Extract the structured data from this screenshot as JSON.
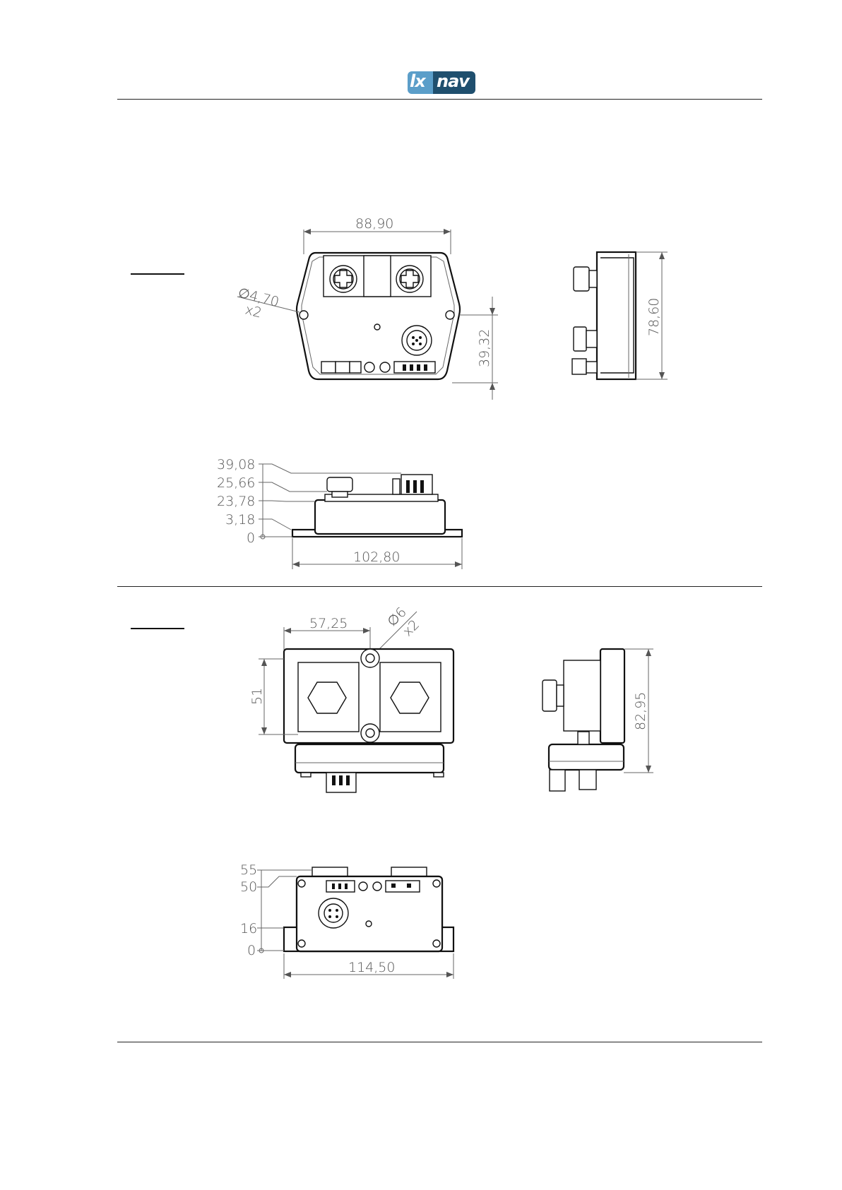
{
  "header": {
    "logo_left": "lx",
    "logo_right": "nav"
  },
  "drawing1": {
    "width_top": "88,90",
    "hole_diameter": "∅4,70",
    "hole_count": "x2",
    "height_hole": "39,32",
    "height_side": "78,60",
    "stack_dims": [
      "39,08",
      "25,66",
      "23,78",
      "3,18",
      "0"
    ],
    "width_bottom": "102,80"
  },
  "drawing2": {
    "width_top": "57,25",
    "hole_diameter": "∅6",
    "hole_count": "x2",
    "height_left": "51",
    "height_side": "82,95",
    "stack_dims": [
      "55",
      "50",
      "16",
      "0"
    ],
    "width_bottom": "114,50"
  }
}
